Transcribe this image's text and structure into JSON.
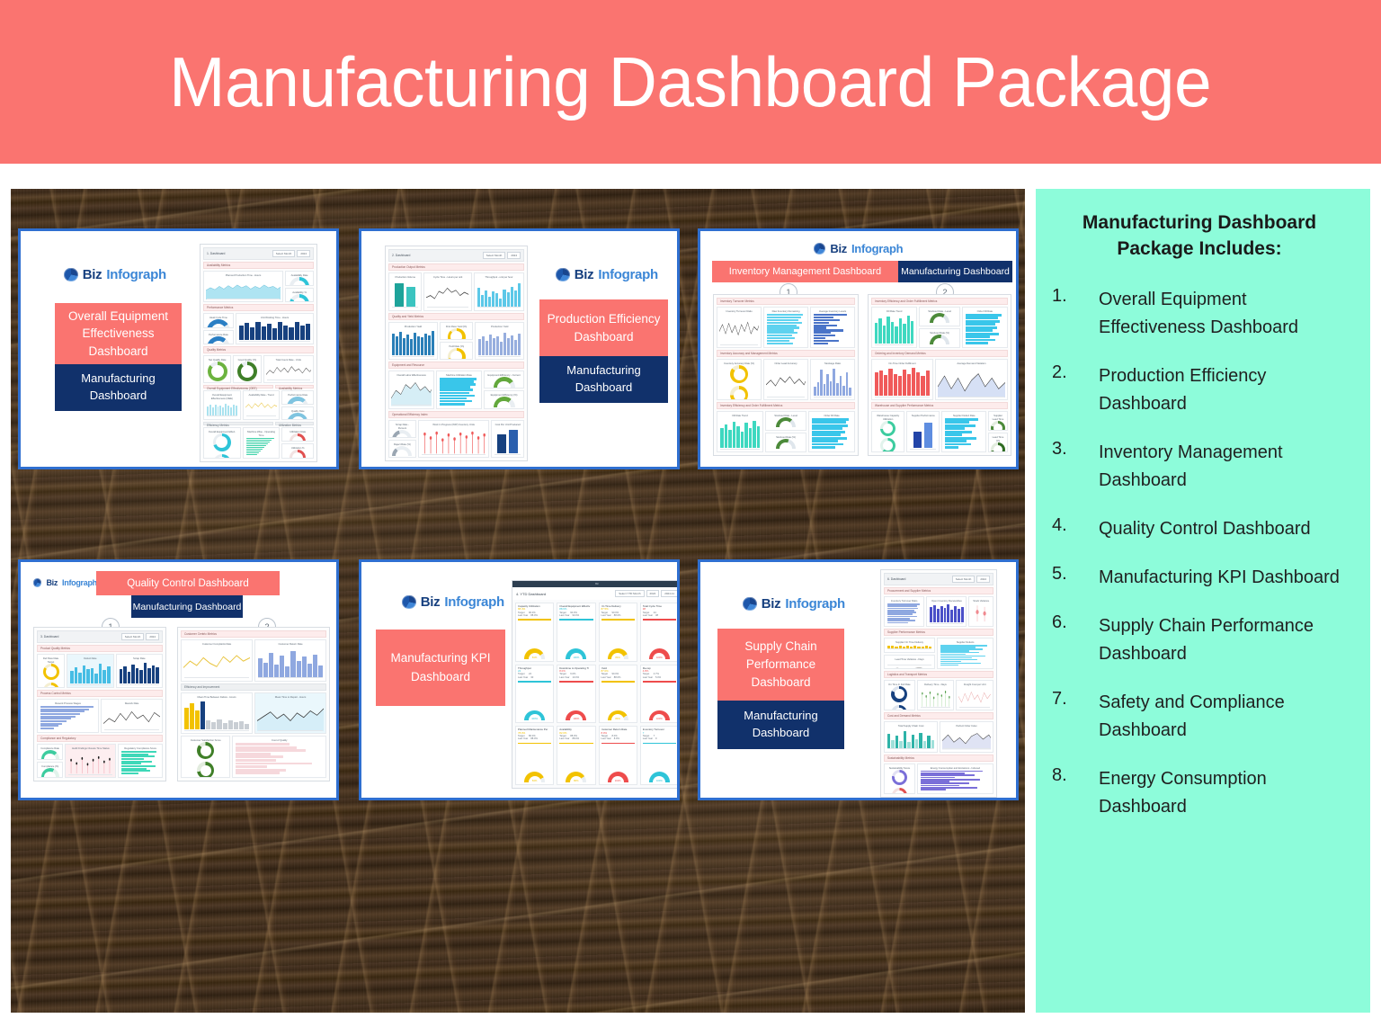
{
  "banner": {
    "title": "Manufacturing Dashboard Package"
  },
  "brand": {
    "name_part1": "Biz",
    "name_part2": "Infograph",
    "logo_icon": "globe-pie-icon",
    "red": "#fa7470",
    "navy": "#11316b",
    "teal": "#8dfcda",
    "card_border": "#2f6fd0"
  },
  "common": {
    "manufacturing_dashboard": "Manufacturing Dashboard"
  },
  "cards": [
    {
      "id": "card-oee",
      "layout": "label-left",
      "title": "Overall Equipment Effectiveness Dashboard",
      "subtitle": "Manufacturing Dashboard",
      "preview": {
        "header_title": "1. Dashboard",
        "pills": [
          "Select Month",
          "2024"
        ]
      }
    },
    {
      "id": "card-production-efficiency",
      "layout": "label-right",
      "title": "Production Efficiency Dashboard",
      "subtitle": "Manufacturing Dashboard",
      "preview": {
        "header_title": "2. Dashboard",
        "pills": [
          "Select Month",
          "2024"
        ]
      }
    },
    {
      "id": "card-inventory-management",
      "layout": "banner-wide",
      "title": "Inventory Management Dashboard",
      "subtitle": "Manufacturing Dashboard",
      "panel_numbers": [
        "1",
        "2"
      ]
    },
    {
      "id": "card-quality-control",
      "layout": "banner-offset",
      "title": "Quality Control Dashboard",
      "subtitle": "Manufacturing Dashboard",
      "panel_numbers": [
        "1",
        "2"
      ]
    },
    {
      "id": "card-manufacturing-kpi",
      "layout": "label-left-only",
      "title": "Manufacturing KPI Dashboard",
      "subtitle": null,
      "preview": {
        "header_title": "4. YTD Dashboard",
        "pills": [
          "Select YTD Month",
          "2024",
          "2024-11"
        ],
        "kpi_row_labels": [
          "Target",
          "Last Year"
        ],
        "kpis": [
          {
            "name": "Capacity Utilization",
            "value": "88.4%",
            "target": "90.0%",
            "last_year": "88.0%",
            "gauge": "81%",
            "color": "#f2c200"
          },
          {
            "name": "Overall Equipment Effectiv",
            "value": "88.6%",
            "target": "90.0%",
            "last_year": "90.0%",
            "gauge": "100%",
            "color": "#2ec4d8"
          },
          {
            "name": "On Time Delivery",
            "value": "87.5%",
            "target": "90.0%",
            "last_year": "88.0%",
            "gauge": "84%",
            "color": "#f2c200"
          },
          {
            "name": "Total Cycle Time",
            "value": "38",
            "target": "24",
            "last_year": "38",
            "gauge": "100%",
            "color": "#ee4c4c"
          },
          {
            "name": "Throughput",
            "value": "22",
            "target": "24",
            "last_year": "30",
            "gauge": "100%",
            "color": "#2ec4d8"
          },
          {
            "name": "Downtime to Operating Ti",
            "value": "8.0%",
            "target": "6.0%",
            "last_year": "10.0%",
            "gauge": "100%",
            "color": "#ee4c4c"
          },
          {
            "name": "Yield",
            "value": "87.0%",
            "target": "90.0%",
            "last_year": "88.0%",
            "gauge": "84%",
            "color": "#f2c200"
          },
          {
            "name": "Re-rap",
            "value": "4.8%",
            "target": "4.7%",
            "last_year": "5.0%",
            "gauge": "100%",
            "color": "#ee4c4c"
          },
          {
            "name": "Planned Maintenance Per",
            "value": "78.0%",
            "target": "80.0%",
            "last_year": "88.0%",
            "gauge": "84%",
            "color": "#f2c200"
          },
          {
            "name": "Availability",
            "value": "82.0%",
            "target": "88.0%",
            "last_year": "88.0%",
            "gauge": "80%",
            "color": "#f2c200"
          },
          {
            "name": "Customer Return Rate",
            "value": "8.0%",
            "target": "8.0%",
            "last_year": "8.0%",
            "gauge": "101%",
            "color": "#ee4c4c"
          },
          {
            "name": "Inventory Turnover",
            "value": "7",
            "target": "7",
            "last_year": "9",
            "gauge": "100%",
            "color": "#2ec4d8"
          }
        ]
      }
    },
    {
      "id": "card-supply-chain",
      "layout": "label-left",
      "title": "Supply Chain Performance Dashboard",
      "subtitle": "Manufacturing Dashboard",
      "preview": {
        "header_title": "6. Dashboard",
        "pills": [
          "Select Month",
          "2024"
        ]
      }
    }
  ],
  "sidebar": {
    "title": "Manufacturing Dashboard Package Includes:",
    "items": [
      {
        "num": "1.",
        "label": "Overall Equipment Effectiveness Dashboard"
      },
      {
        "num": "2.",
        "label": "Production Efficiency Dashboard"
      },
      {
        "num": "3.",
        "label": "Inventory Management Dashboard"
      },
      {
        "num": "4.",
        "label": "Quality Control Dashboard"
      },
      {
        "num": "5.",
        "label": "Manufacturing KPI Dashboard"
      },
      {
        "num": "6.",
        "label": "Supply Chain Performance Dashboard"
      },
      {
        "num": "7.",
        "label": "Safety and Compliance Dashboard"
      },
      {
        "num": "8.",
        "label": "Energy Consumption Dashboard"
      }
    ]
  }
}
